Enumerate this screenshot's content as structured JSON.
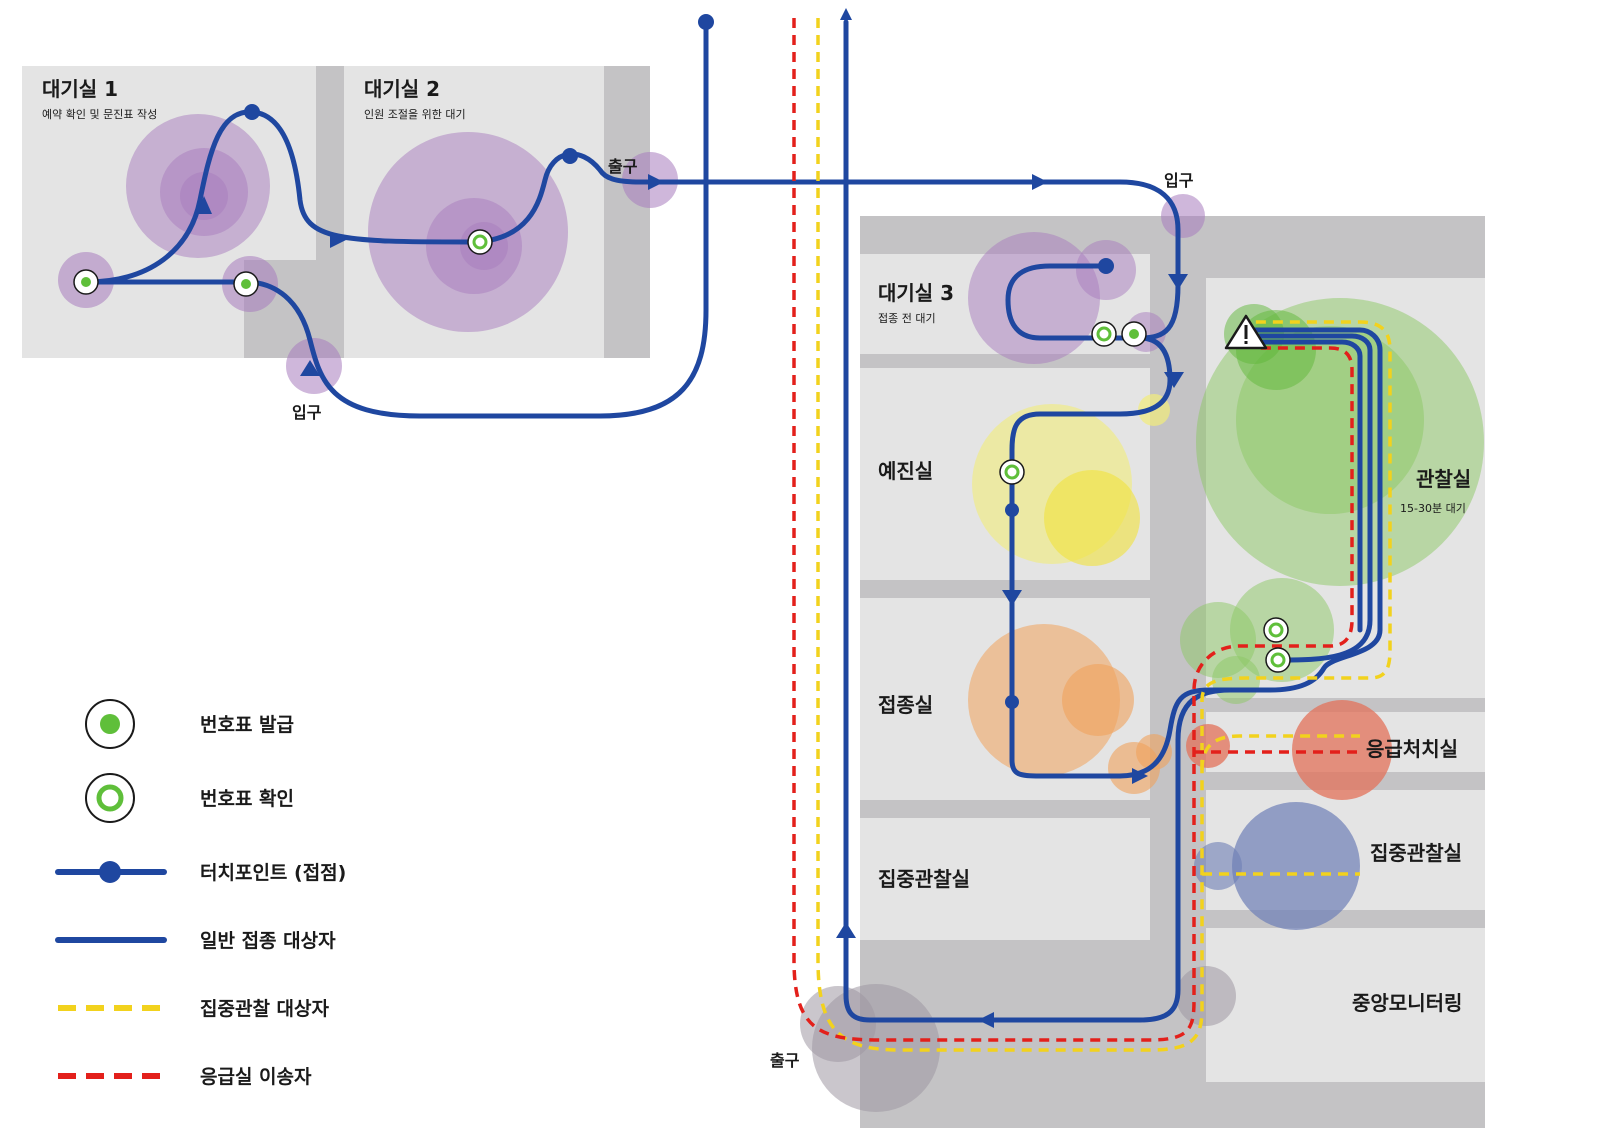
{
  "rooms": {
    "waiting1": {
      "title": "대기실 1",
      "subtitle": "예약 확인 및 문진표 작성"
    },
    "waiting2": {
      "title": "대기실 2",
      "subtitle": "인원 조절을 위한 대기"
    },
    "waiting3": {
      "title": "대기실 3",
      "subtitle": "접종 전 대기"
    },
    "prediagnosis": {
      "title": "예진실"
    },
    "vaccination": {
      "title": "접종실"
    },
    "intensive_left": {
      "title": "집중관찰실"
    },
    "observation": {
      "title": "관찰실",
      "subtitle": "15-30분 대기"
    },
    "emergency": {
      "title": "응급처치실"
    },
    "intensive_right": {
      "title": "집중관찰실"
    },
    "monitoring": {
      "title": "중앙모니터링"
    }
  },
  "labels": {
    "entrance_left": "입구",
    "exit_top": "출구",
    "entrance_right": "입구",
    "exit_bottom": "출구"
  },
  "legend": [
    {
      "key": "ticket-issue",
      "label": "번호표 발급"
    },
    {
      "key": "ticket-check",
      "label": "번호표 확인"
    },
    {
      "key": "touchpoint",
      "label": "터치포인트 (접점)"
    },
    {
      "key": "general",
      "label": "일반 접종 대상자"
    },
    {
      "key": "intensive",
      "label": "집중관찰 대상자"
    },
    {
      "key": "emergency",
      "label": "응급실 이송자"
    }
  ],
  "colors": {
    "route_blue": "#1f47a0",
    "route_yellow": "#f2d21d",
    "route_red": "#e3201b",
    "ticket_green": "#5fbf3a",
    "room_bg": "#e4e4e4",
    "corridor": "#c4c3c5",
    "purple": "#a77bbd",
    "yellow_zone": "#f2ec7a",
    "orange_zone": "#f0a25b",
    "green_zone": "#8cc864",
    "red_zone": "#e3725a",
    "blue_zone": "#6e7fb6",
    "gray_zone": "#9e97a2"
  },
  "warning_icon": "warning-triangle-icon"
}
